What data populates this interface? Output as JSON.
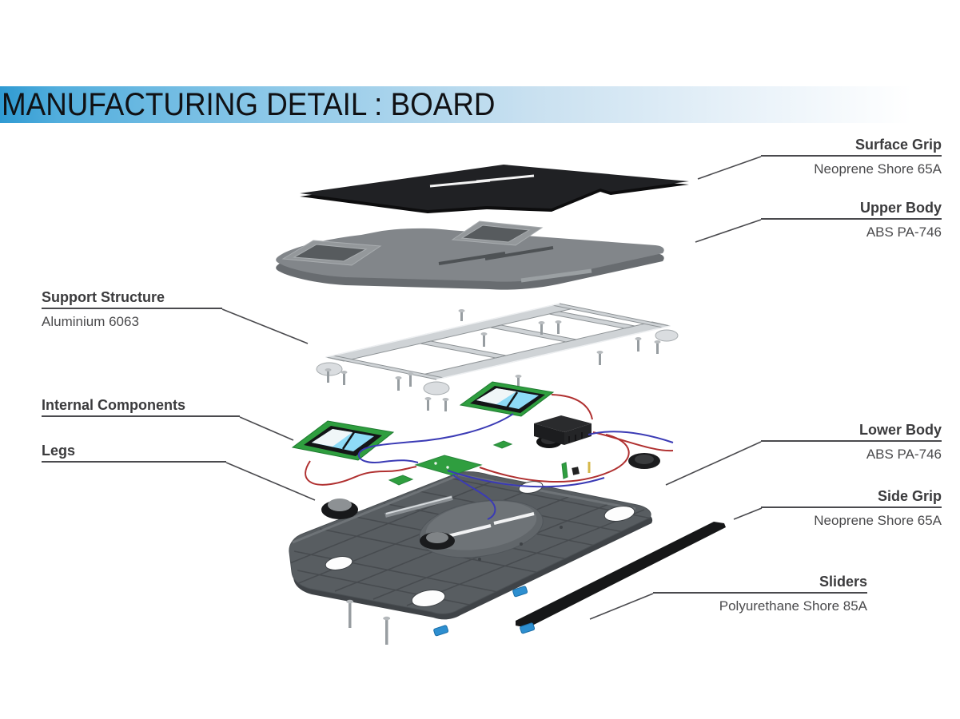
{
  "slide": {
    "title": "MANUFACTURING DETAIL : BOARD"
  },
  "callouts": [
    {
      "id": "surface-grip",
      "label": "Surface Grip",
      "material": "Neoprene Shore 65A",
      "side": "right"
    },
    {
      "id": "upper-body",
      "label": "Upper Body",
      "material": "ABS PA-746",
      "side": "right"
    },
    {
      "id": "support-structure",
      "label": "Support Structure",
      "material": "Aluminium 6063",
      "side": "left"
    },
    {
      "id": "internal-components",
      "label": "Internal Components",
      "material": "",
      "side": "left"
    },
    {
      "id": "legs",
      "label": "Legs",
      "material": "",
      "side": "left"
    },
    {
      "id": "lower-body",
      "label": "Lower Body",
      "material": "ABS PA-746",
      "side": "right"
    },
    {
      "id": "side-grip",
      "label": "Side Grip",
      "material": "Neoprene Shore 65A",
      "side": "right"
    },
    {
      "id": "sliders",
      "label": "Sliders",
      "material": "Polyurethane Shore 85A",
      "side": "right"
    }
  ],
  "diagram": {
    "type": "exploded-view",
    "parts": [
      "surface-grip",
      "upper-body",
      "support-structure",
      "internal-components",
      "legs",
      "lower-body",
      "side-grip",
      "sliders"
    ]
  },
  "colors": {
    "band_blue": "#2f9ad2",
    "surface_grip": "#202124",
    "upper_body": "#82868a",
    "upper_body_skirt": "#686c70",
    "frame_silver": "#cfd3d6",
    "pcb_green": "#2f9e3f",
    "lcd_blue": "#8edbf6",
    "wire_red": "#b03030",
    "wire_blue": "#3b3bb5",
    "lower_body": "#585d61",
    "side_grip": "#161718",
    "slider_blue": "#2d8fd0",
    "leader_gray": "#4a4a4e"
  }
}
